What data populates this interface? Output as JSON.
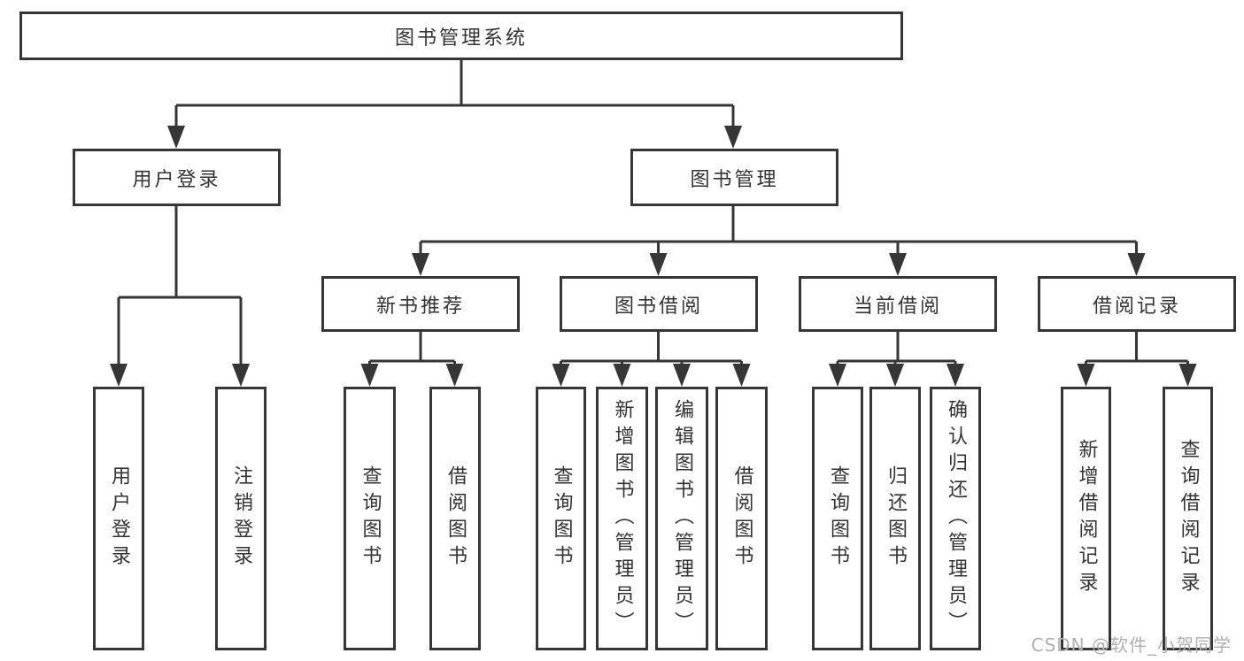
{
  "diagram": {
    "title": "图书管理系统",
    "branches": [
      {
        "label": "用户登录",
        "children": [
          "用户登录",
          "注销登录"
        ]
      },
      {
        "label": "图书管理",
        "children": [
          {
            "label": "新书推荐",
            "children": [
              "查询图书",
              "借阅图书"
            ]
          },
          {
            "label": "图书借阅",
            "children": [
              "查询图书",
              "新增图书（管理员）",
              "编辑图书（管理员）",
              "借阅图书"
            ]
          },
          {
            "label": "当前借阅",
            "children": [
              "查询图书",
              "归还图书",
              "确认归还（管理员）"
            ]
          },
          {
            "label": "借阅记录",
            "children": [
              "新增借阅记录",
              "查询借阅记录"
            ]
          }
        ]
      }
    ]
  },
  "watermark": {
    "text": "CSDN @软件_小贺同学"
  },
  "colors": {
    "line": "#363636",
    "text": "#333333",
    "watermark": "#b0b0b0",
    "background": "#ffffff"
  }
}
